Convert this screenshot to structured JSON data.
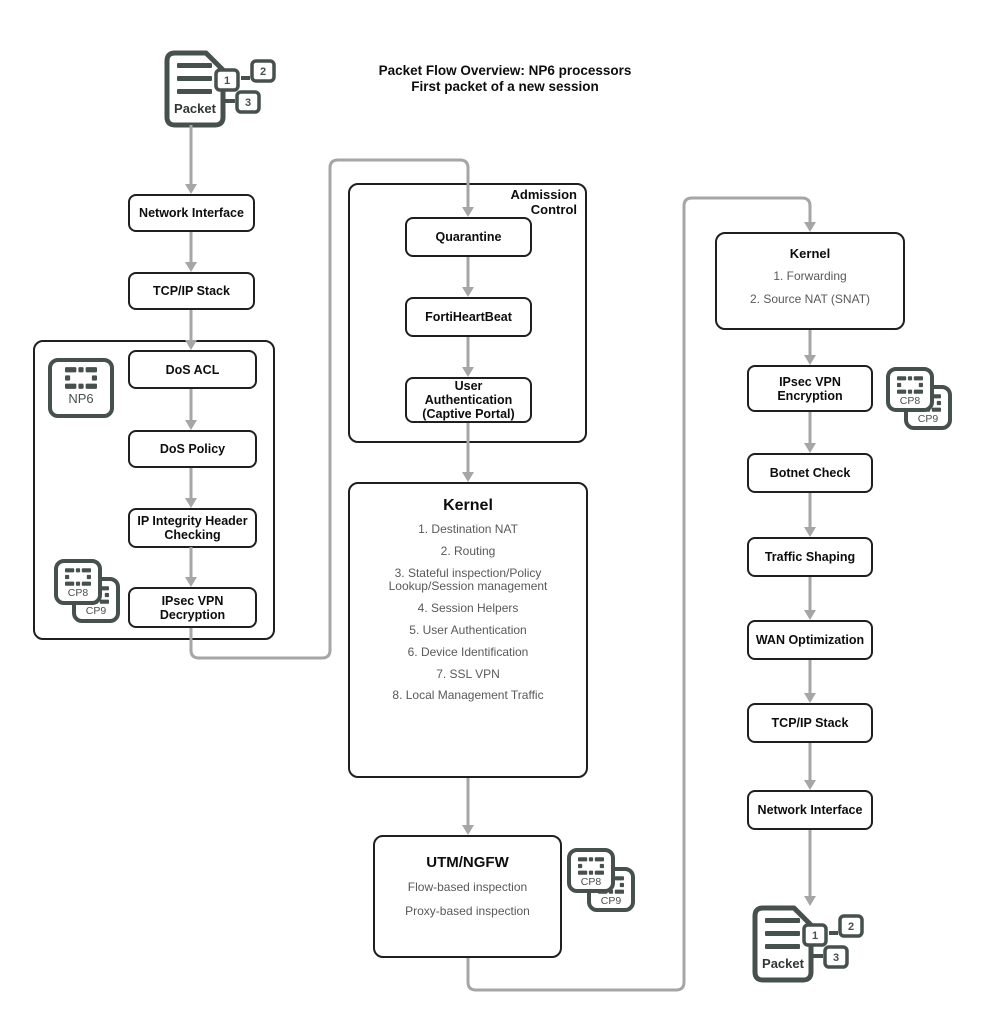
{
  "title": {
    "line1": "Packet Flow Overview: NP6 processors",
    "line2": "First packet of a new session"
  },
  "packet_source": {
    "label": "Packet",
    "tags": [
      "1",
      "2",
      "3"
    ]
  },
  "packet_dest": {
    "label": "Packet",
    "tags": [
      "1",
      "2",
      "3"
    ]
  },
  "left_column": {
    "network_interface": "Network Interface",
    "tcpip_stack": "TCP/IP Stack",
    "np6_group": {
      "chip": "NP6",
      "dos_acl": "DoS ACL",
      "dos_policy": "DoS Policy",
      "ip_integrity": "IP Integrity Header Checking",
      "ipsec_decryption": "IPsec VPN Decryption",
      "cp_chips": [
        "CP8",
        "CP9"
      ]
    }
  },
  "middle_column": {
    "admission_control": {
      "label": "Admission Control",
      "quarantine": "Quarantine",
      "fortiheartbeat": "FortiHeartBeat",
      "user_auth": "User Authentication (Captive Portal)"
    },
    "kernel": {
      "title": "Kernel",
      "items": [
        "1. Destination NAT",
        "2. Routing",
        "3. Stateful inspection/Policy Lookup/Session management",
        "4. Session Helpers",
        "5. User Authentication",
        "6. Device Identification",
        "7. SSL VPN",
        "8. Local Management Traffic"
      ]
    },
    "utm": {
      "title": "UTM/NGFW",
      "items": [
        "Flow-based inspection",
        "Proxy-based inspection"
      ],
      "cp_chips": [
        "CP8",
        "CP9"
      ]
    }
  },
  "right_column": {
    "kernel": {
      "title": "Kernel",
      "items": [
        "1. Forwarding",
        "2. Source NAT (SNAT)"
      ]
    },
    "ipsec_encryption": "IPsec VPN Encryption",
    "cp_chips": [
      "CP8",
      "CP9"
    ],
    "botnet_check": "Botnet Check",
    "traffic_shaping": "Traffic Shaping",
    "wan_optimization": "WAN Optimization",
    "tcpip_stack": "TCP/IP Stack",
    "network_interface": "Network Interface"
  },
  "colors": {
    "icon_dark": "#46514d",
    "connector_gray": "#a6a6a6",
    "box_border": "#1f1f1f",
    "item_text": "#58595b"
  }
}
